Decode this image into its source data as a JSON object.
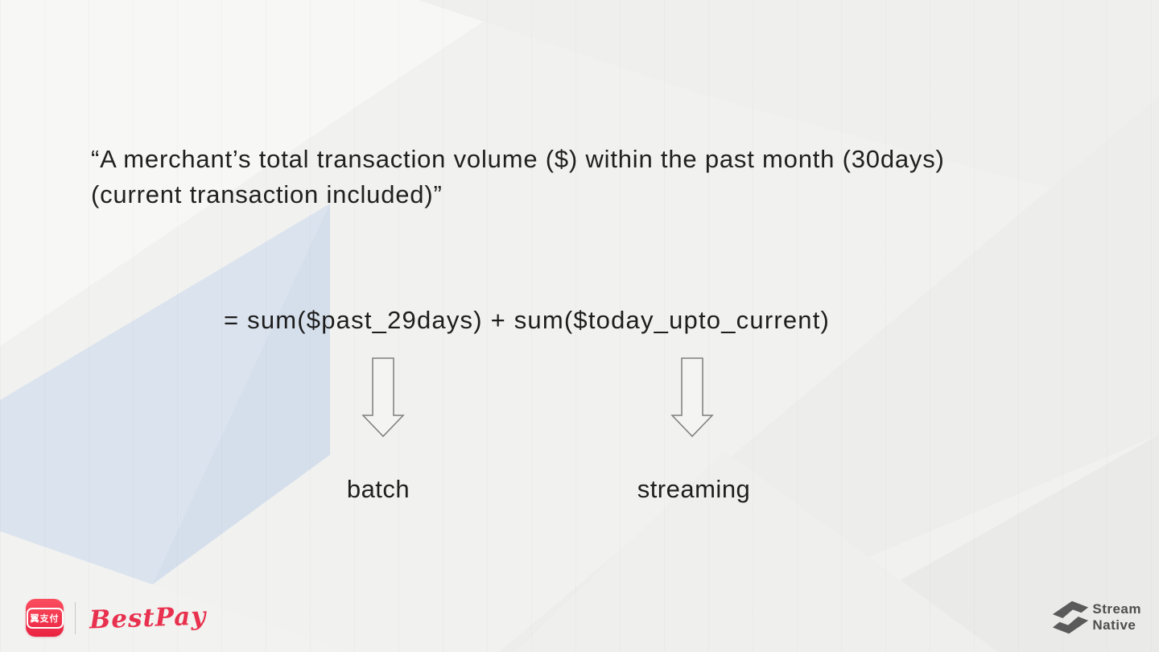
{
  "slide": {
    "quote_line1": "“A merchant’s total transaction volume ($) within the past month (30days)",
    "quote_line2": "(current transaction included)”",
    "formula": "= sum($past_29days) + sum($today_upto_current)",
    "branches": {
      "batch_label": "batch",
      "streaming_label": "streaming"
    }
  },
  "footer": {
    "bestpay": {
      "app_icon_text": "翼支付",
      "wordmark": "BestPay"
    },
    "streamnative": {
      "wordmark_line1": "Stream",
      "wordmark_line2": "Native"
    }
  },
  "colors": {
    "background": "#f1f1ef",
    "accent_blue_band": "#dae3ee",
    "text": "#202020",
    "arrow_stroke": "#7d7d7d",
    "arrow_fill": "#f4f4f3",
    "bestpay_red": "#e8314e",
    "app_icon_red": "#ea2240",
    "streamnative_gray": "#4e4e4e"
  }
}
